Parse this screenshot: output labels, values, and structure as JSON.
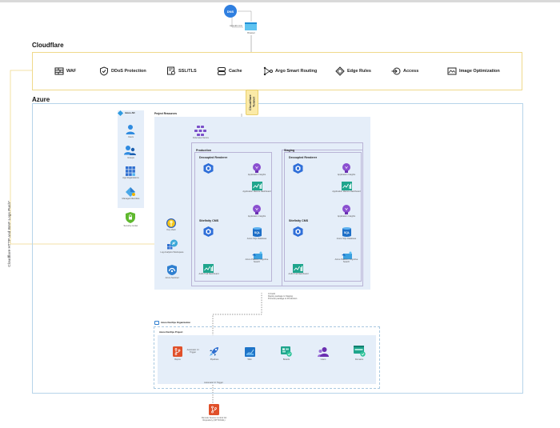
{
  "dns": {
    "label": "DNS",
    "domain": "www.abc.com",
    "browser": "Browser"
  },
  "cloudflare": {
    "title": "Cloudflare",
    "features": [
      {
        "label": "WAF",
        "icon": "firewall-icon"
      },
      {
        "label": "DDoS Protection",
        "icon": "shield-check-icon"
      },
      {
        "label": "SSL/TLS",
        "icon": "certificate-icon"
      },
      {
        "label": "Cache",
        "icon": "cache-icon"
      },
      {
        "label": "Argo Smart Routing",
        "icon": "routing-icon"
      },
      {
        "label": "Edge Rules",
        "icon": "edge-rules-icon"
      },
      {
        "label": "Access",
        "icon": "access-icon"
      },
      {
        "label": "Image Optimization",
        "icon": "image-icon"
      }
    ],
    "tunnel": "Cloudflare Tunnel",
    "log_push": "Cloudflare HTTP and WAF Logs Push*"
  },
  "azure": {
    "title": "Azure",
    "aad": {
      "title": "Azure AD",
      "items": [
        "Users",
        "Groups",
        "App Registrations",
        "Managed Identities"
      ]
    },
    "security_center": "Security Center",
    "project_resources": {
      "title": "Project Resources",
      "kubernetes": "Kubernetes Service",
      "key_vault": "Key Vault",
      "log_analytics": "Log Analytics Workspace",
      "sentinel": "Azure Sentinel",
      "environments": [
        {
          "name": "Production",
          "renderer": "Decoupled Renderer",
          "renderer_insights": "Application Insights",
          "metrics_dashboard": "Application Metrics Dashboard",
          "cms": "Sitefinity CMS",
          "cms_insights": "Application Insights",
          "sql": "Azure SQL Database",
          "search": "Azure Platform Cognitive Search",
          "audit": "Audit Trail Dashboard"
        },
        {
          "name": "Staging",
          "renderer": "Decoupled Renderer",
          "renderer_insights": "Application Insights",
          "metrics_dashboard": "Application Metrics Dashboard",
          "cms": "Sitefinity CMS",
          "cms_insights": "Application Insights",
          "sql": "Azure SQL Database",
          "search": "Azure Platform Cognitive Search",
          "audit": "Audit Trail Dashboard"
        }
      ]
    },
    "cd_steps": [
      "CI build",
      "Deploy package to Staging",
      "Promote package to Production"
    ],
    "devops": {
      "org": "Azure DevOps Organization",
      "project": "Azure DevOps Project",
      "trigger_label": "Automatic CI Trigger",
      "items": [
        "Repos",
        "Pipelines",
        "Wiki",
        "Boards",
        "Users",
        "Domains"
      ]
    }
  },
  "remote_repo": "Remote Source Control Git Repository (OPTIONAL)",
  "colors": {
    "cloudflare_border": "#f0d98a",
    "azure_border": "#b7d4ea",
    "panel_bg": "#e5eef9",
    "azure_blue": "#1f6fd1",
    "purple": "#7b4fc9",
    "teal": "#1fa58d",
    "git_orange": "#e0502a"
  }
}
